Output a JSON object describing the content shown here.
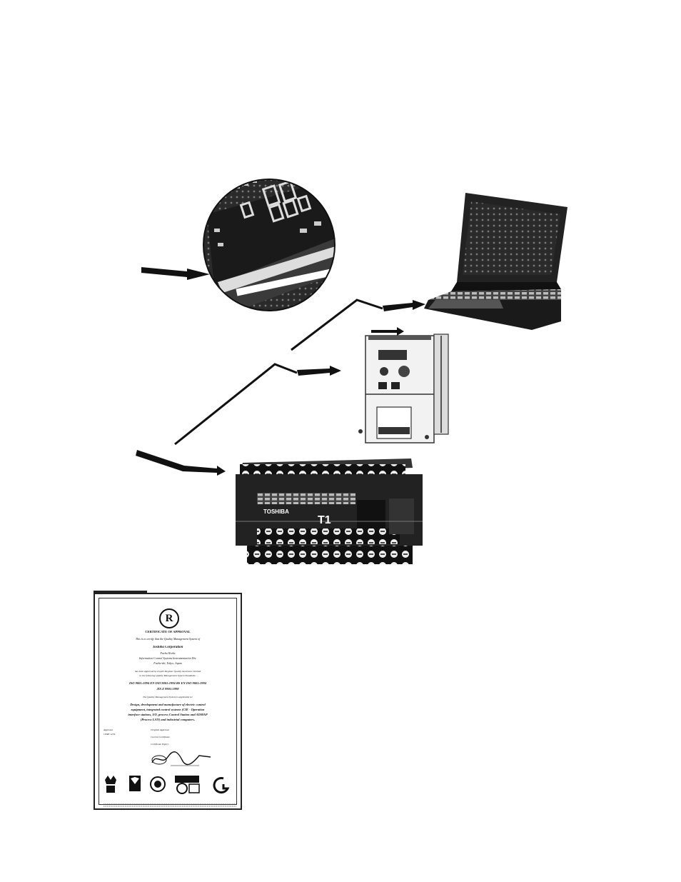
{
  "labels": {
    "plc_brand": "TOSHIBA",
    "plc_model": "T1"
  },
  "certificate": {
    "mark": "R",
    "heading": "CERTIFICATE OF APPROVAL",
    "line1": "This is to certify that the Quality Management System of",
    "company": "Toshiba Corporation",
    "line2": "Fuchu Works",
    "line3": "Information Control Systems Instrumentation Div.",
    "line4": "Fuchu-shi, Tokyo, Japan",
    "line5": "has been approved by Lloyd's Register Quality Assurance Limited",
    "line6": "to the following Quality Management System Standards:",
    "standard1": "ISO 9001:1994  EN ISO 9001:1994  BS EN ISO 9001:1994",
    "standard2": "JIS Z 9901:1998",
    "line7": "The Quality Management System is applicable to:",
    "scope1": "Design, development and manufacture of electric control",
    "scope2": "equipment, integrated control systems (CIE - Operation",
    "scope3": "interface stations, I/O, process Control Station and ADMAP",
    "scope4": "(Process LAN) and industrial computers.",
    "approval_label": "Approval",
    "approval_no": "CERT 1234",
    "dates1": "Original Approval",
    "dates2": "Current Certificate",
    "dates3": "Certificate Expiry"
  }
}
